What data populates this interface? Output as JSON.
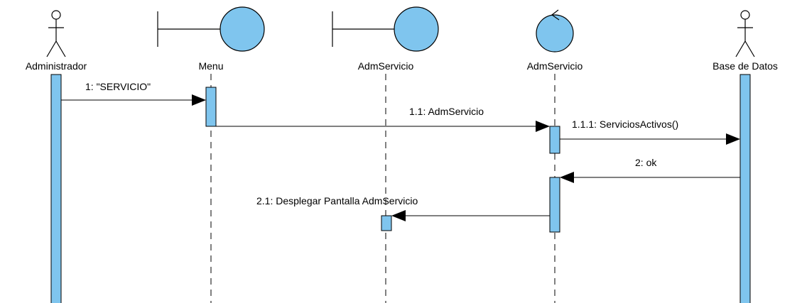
{
  "diagram": {
    "participants": [
      {
        "id": "p0",
        "kind": "actor",
        "label": "Administrador"
      },
      {
        "id": "p1",
        "kind": "boundary",
        "label": "Menu"
      },
      {
        "id": "p2",
        "kind": "boundary",
        "label": "AdmServicio"
      },
      {
        "id": "p3",
        "kind": "control",
        "label": "AdmServicio"
      },
      {
        "id": "p4",
        "kind": "actor",
        "label": "Base de Datos"
      }
    ],
    "messages": [
      {
        "id": "m0",
        "label": "1: \"SERVICIO\"",
        "from": "Administrador",
        "to": "Menu"
      },
      {
        "id": "m1",
        "label": "1.1: AdmServicio",
        "from": "Menu",
        "to": "AdmServicio"
      },
      {
        "id": "m2",
        "label": "1.1.1: ServiciosActivos()",
        "from": "AdmServicio",
        "to": "Base de Datos"
      },
      {
        "id": "m3",
        "label": "2: ok",
        "from": "Base de Datos",
        "to": "AdmServicio"
      },
      {
        "id": "m4",
        "label": "2.1: Desplegar Pantalla AdmServicio",
        "from": "AdmServicio",
        "to": "AdmServicio"
      }
    ],
    "colors": {
      "fill": "#7fc5ee",
      "line": "#000000"
    }
  }
}
